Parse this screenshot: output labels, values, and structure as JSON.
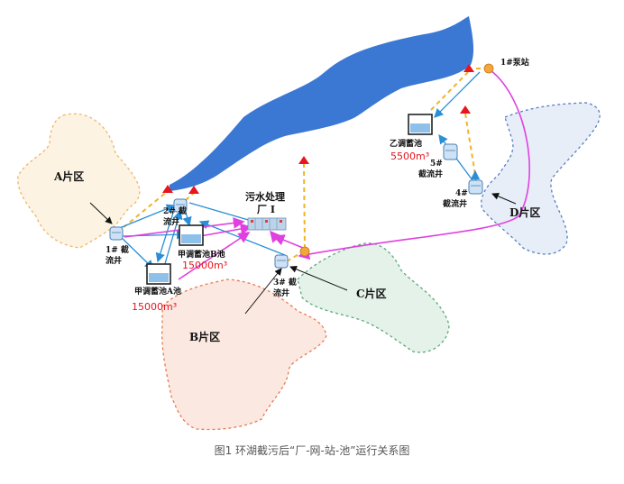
{
  "zones": {
    "a": "A片区",
    "b": "B片区",
    "c": "C片区",
    "d": "D片区"
  },
  "wells": {
    "w1_line1": "1# 截",
    "w1_line2": "流井",
    "w2_line1": "2# 截",
    "w2_line2": "流井",
    "w3_line1": "3# 截",
    "w3_line2": "流井",
    "w4_line1": "4#",
    "w4_line2": "截流井",
    "w5_line1": "5#",
    "w5_line2": "截流井"
  },
  "tanks": {
    "jia_a": "甲调蓄池A池",
    "jia_a_vol": "15000m³",
    "jia_b": "甲调蓄池B池",
    "jia_b_vol": "15000m³",
    "yi": "乙调蓄池",
    "yi_vol": "5500m³"
  },
  "plant": {
    "line1": "污水处理",
    "line2": "厂 I"
  },
  "pump": {
    "label": "1#泵站"
  },
  "caption": "图1 环湖截污后“厂-网-站-池”运行关系图",
  "colors": {
    "lake": "#3b78d4",
    "magenta": "#e040e0",
    "blue_arrow": "#2a8fd6",
    "dashed_yellow": "#f0b428",
    "triangle": "#e8141e",
    "pump_dot": "#f3a73a",
    "volume_text": "#e8141e"
  }
}
